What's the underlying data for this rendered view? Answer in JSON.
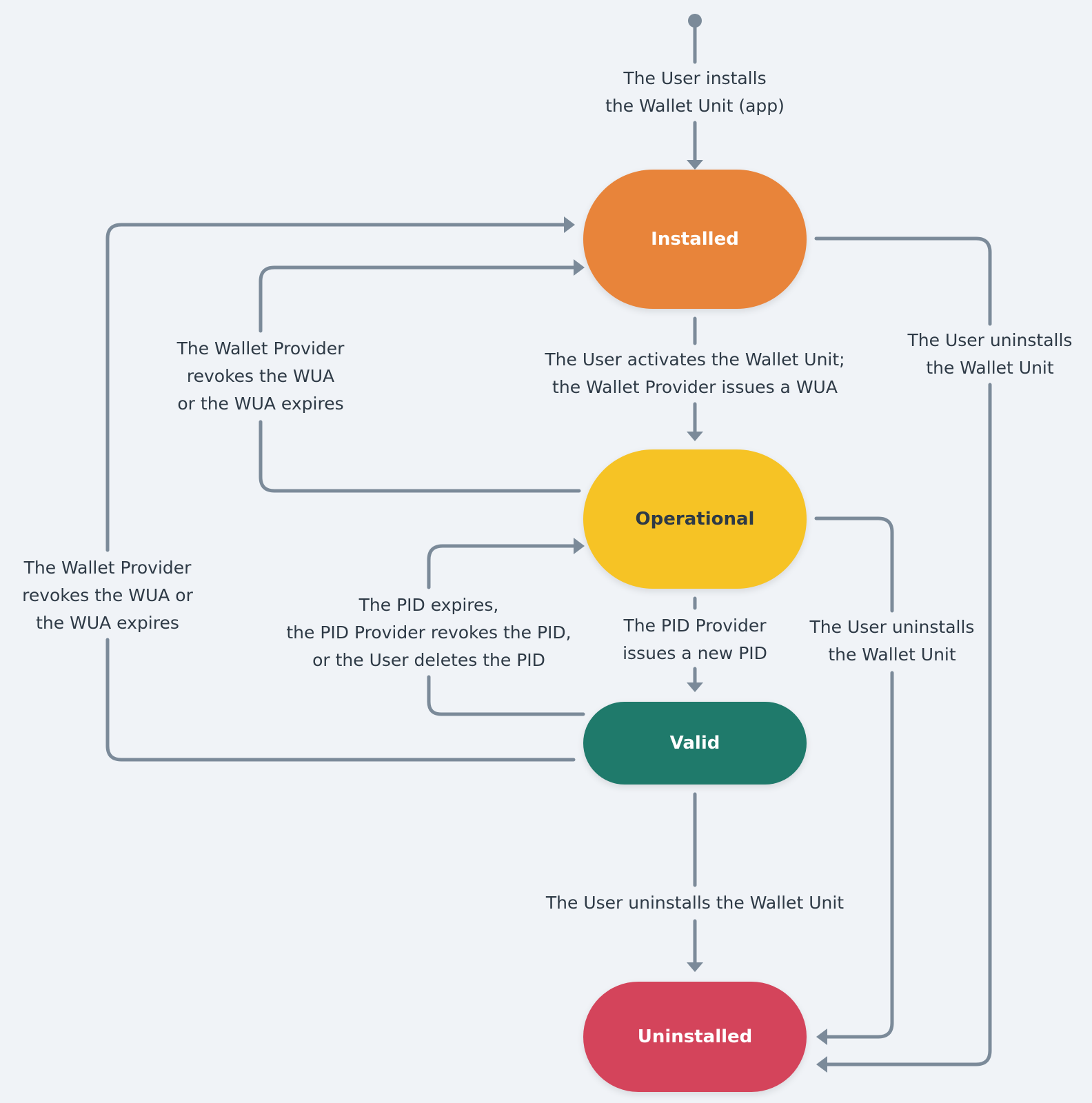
{
  "colors": {
    "background": "#f0f3f7",
    "connector": "#7b8a99",
    "text": "#2e3a46"
  },
  "states": {
    "installed": {
      "label": "Installed",
      "fill": "#e8843a",
      "text_color": "#ffffff"
    },
    "operational": {
      "label": "Operational",
      "fill": "#f6c325",
      "text_color": "#2e3a46"
    },
    "valid": {
      "label": "Valid",
      "fill": "#1f7a6b",
      "text_color": "#ffffff"
    },
    "uninstalled": {
      "label": "Uninstalled",
      "fill": "#d4445b",
      "text_color": "#ffffff"
    }
  },
  "transitions": {
    "install": {
      "lines": [
        "The User installs",
        "the Wallet Unit (app)"
      ]
    },
    "activate": {
      "lines": [
        "The User activates the Wallet Unit;",
        "the Wallet Provider issues a WUA"
      ]
    },
    "uninstall_installed": {
      "lines": [
        "The User uninstalls",
        "the Wallet Unit"
      ]
    },
    "revoke_operational": {
      "lines": [
        "The Wallet Provider",
        "revokes the WUA",
        "or the WUA expires"
      ]
    },
    "revoke_valid": {
      "lines": [
        "The Wallet Provider",
        "revokes the WUA or",
        "the WUA expires"
      ]
    },
    "pid_expires": {
      "lines": [
        "The PID expires,",
        "the PID Provider revokes the PID,",
        "or the User deletes the PID"
      ]
    },
    "issue_pid": {
      "lines": [
        "The PID Provider",
        "issues a new PID"
      ]
    },
    "uninstall_operational": {
      "lines": [
        "The User uninstalls",
        "the Wallet Unit"
      ]
    },
    "uninstall_valid": {
      "lines": [
        "The User uninstalls the Wallet Unit"
      ]
    }
  }
}
